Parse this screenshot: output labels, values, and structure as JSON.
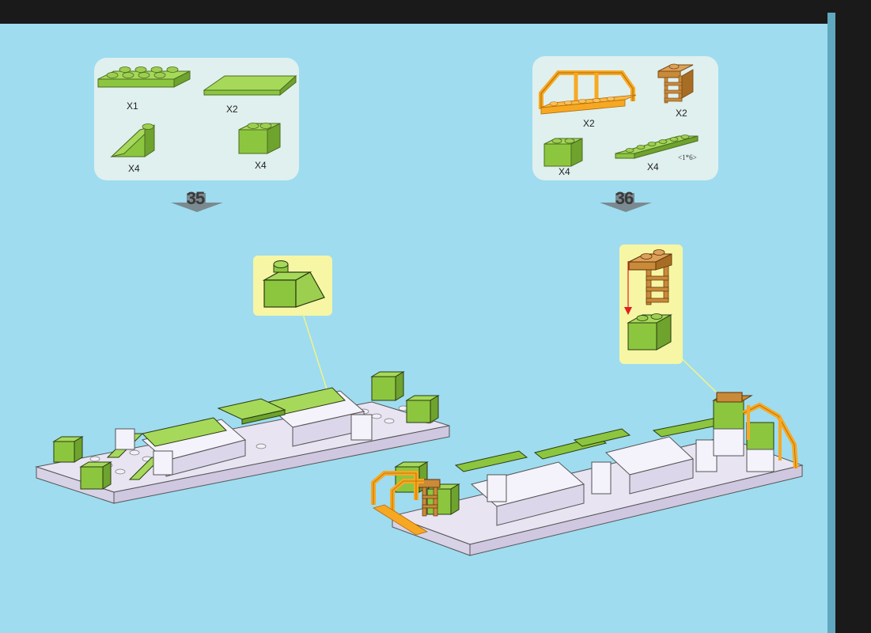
{
  "step35": {
    "number": "35",
    "parts": [
      {
        "name": "green 2x4 plate",
        "qty": "X1"
      },
      {
        "name": "green sloped tile",
        "qty": "X2"
      },
      {
        "name": "green slope brick",
        "qty": "X4"
      },
      {
        "name": "green 2x2 brick",
        "qty": "X4"
      }
    ]
  },
  "step36": {
    "number": "36",
    "parts": [
      {
        "name": "orange railing",
        "qty": "X2"
      },
      {
        "name": "brown ladder",
        "qty": "X2"
      },
      {
        "name": "green 2x2 brick",
        "qty": "X4"
      },
      {
        "name": "green 1x6 plate",
        "qty": "X4",
        "size": "<1*6>"
      }
    ]
  },
  "colors": {
    "background": "#9fdcef",
    "panel": "#dff0ee",
    "green": "#8cc63f",
    "orange": "#f7a823",
    "brown": "#c98a3a",
    "callout": "#f7f6a4"
  }
}
